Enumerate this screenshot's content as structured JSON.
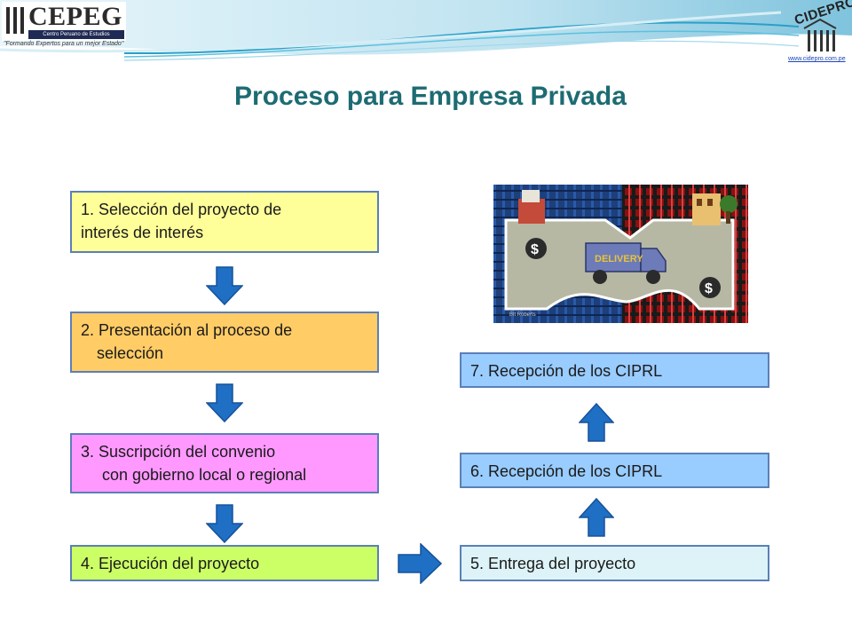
{
  "header": {
    "left_logo": {
      "brand": "CEPEG",
      "subtitle": "Centro Peruano de Estudios Gubernamentales",
      "slogan": "\"Formando Expertos para un mejor Estado\""
    },
    "right_logo": {
      "brand": "CIDEPRO",
      "url": "www.cidepro.com.pe"
    }
  },
  "slide": {
    "title": "Proceso para Empresa Privada",
    "steps": [
      {
        "lines": [
          "1. Selección del proyecto de",
          "interés de interés"
        ],
        "color": "#ffff99"
      },
      {
        "lines": [
          "2. Presentación al proceso de",
          "selección"
        ],
        "color": "#ffcc66"
      },
      {
        "lines": [
          "3. Suscripción del convenio",
          "con gobierno local o regional"
        ],
        "color": "#ff99ff"
      },
      {
        "lines": [
          "4. Ejecución del proyecto"
        ],
        "color": "#ccff66"
      },
      {
        "lines": [
          "5. Entrega del proyecto"
        ],
        "color": "#ddf3f7"
      },
      {
        "lines": [
          "6. Recepción de los CIPRL"
        ],
        "color": "#99ccff"
      },
      {
        "lines": [
          "7. Recepción de los CIPRL"
        ],
        "color": "#99ccff"
      }
    ],
    "illustration": {
      "label": "DELIVERY",
      "signature": "Bit Roberts"
    },
    "colors": {
      "title": "#1d6b73",
      "arrow": "#1f6fc4",
      "box_border": "#5b7fb8"
    }
  }
}
